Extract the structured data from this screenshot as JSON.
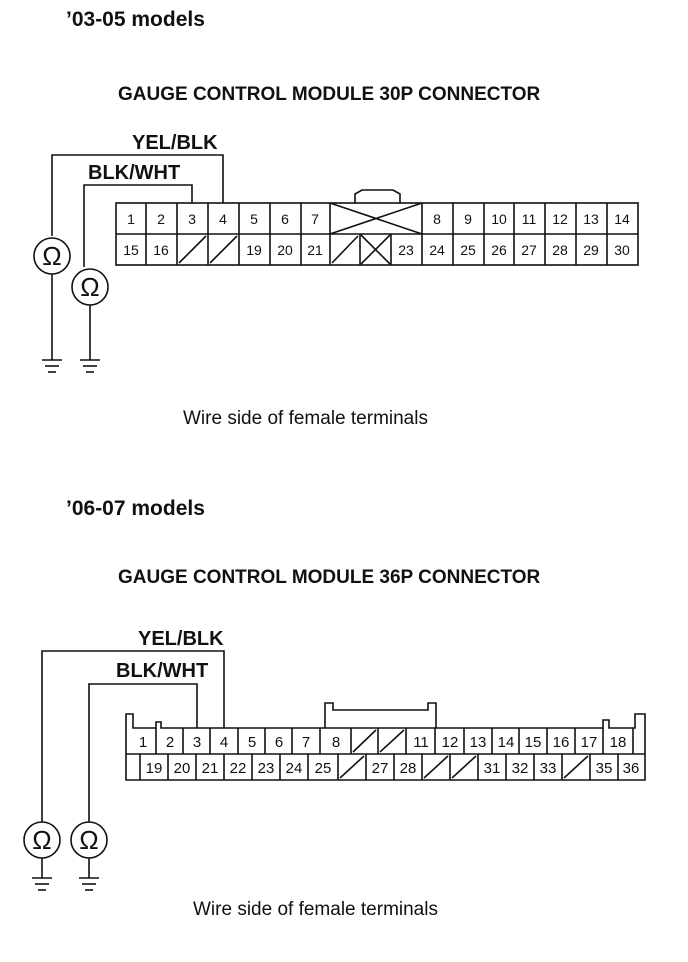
{
  "section1": {
    "heading": "’03-05 models",
    "connector_title": "GAUGE CONTROL MODULE 30P CONNECTOR",
    "wire_yel": "YEL/BLK",
    "wire_blk": "BLK/WHT",
    "caption": "Wire side of female terminals",
    "meter_symbol": "Ω",
    "meter_icon": "ohmmeter-icon",
    "ground_icon": "ground-icon",
    "top_left": [
      "1",
      "2",
      "3",
      "4",
      "5",
      "6",
      "7"
    ],
    "top_right": [
      "8",
      "9",
      "10",
      "11",
      "12",
      "13",
      "14"
    ],
    "bottom_left": [
      "15",
      "16",
      "",
      "",
      "19",
      "20",
      "21"
    ],
    "bottom_right": [
      "23",
      "24",
      "25",
      "26",
      "27",
      "28",
      "29",
      "30"
    ]
  },
  "section2": {
    "heading": "’06-07 models",
    "connector_title": "GAUGE CONTROL MODULE 36P CONNECTOR",
    "wire_yel": "YEL/BLK",
    "wire_blk": "BLK/WHT",
    "caption": "Wire side of female terminals",
    "meter_symbol": "Ω",
    "meter_icon": "ohmmeter-icon",
    "ground_icon": "ground-icon",
    "top_row": [
      "1",
      "2",
      "3",
      "4",
      "5",
      "6",
      "7",
      "8",
      "",
      "",
      "11",
      "12",
      "13",
      "14",
      "15",
      "16",
      "17",
      "18"
    ],
    "bottom_row": [
      "",
      "19",
      "20",
      "21",
      "22",
      "23",
      "24",
      "25",
      "",
      "27",
      "28",
      "",
      "",
      "31",
      "32",
      "33",
      "",
      "35",
      "36"
    ]
  }
}
